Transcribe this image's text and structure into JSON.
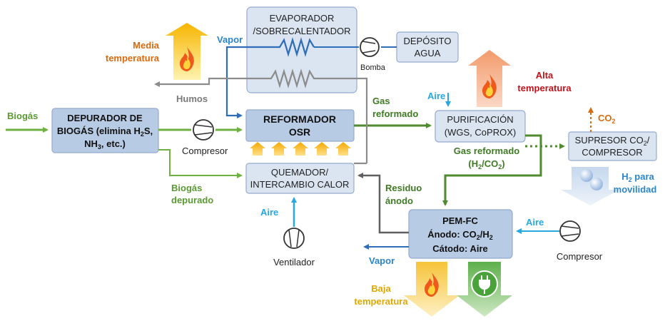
{
  "boxes": {
    "depurador": [
      "DEPURADOR DE",
      "BIOGÁS (elimina H",
      "2",
      "S,",
      "NH",
      "3",
      ", etc.)"
    ],
    "evaporador": [
      "EVAPORADOR",
      "/SOBRECALENTADOR"
    ],
    "deposito": [
      "DEPÓSITO",
      "AGUA"
    ],
    "reformador": [
      "REFORMADOR",
      "OSR"
    ],
    "quemador": [
      "QUEMADOR/",
      "INTERCAMBIO CALOR"
    ],
    "purificacion": [
      "PURIFICACIÓN",
      "(WGS, CoPROX)"
    ],
    "supresor": [
      "SUPRESOR CO",
      "2",
      "/",
      "COMPRESOR"
    ],
    "pemfc": [
      "PEM-FC",
      "Ánodo: CO",
      "2",
      "/H",
      "2",
      "Cátodo: Aire"
    ]
  },
  "labels": {
    "biogas": "Biogás",
    "compresor1": "Compresor",
    "biogas_depurado": [
      "Biogás",
      "depurado"
    ],
    "vapor_top": "Vapor",
    "bomba": "Bomba",
    "humos": "Humos",
    "media_temp": [
      "Media",
      "temperatura"
    ],
    "gas_reformado": [
      "Gas",
      "reformado"
    ],
    "aire_purif": "Aire",
    "alta_temp": [
      "Alta",
      "temperatura"
    ],
    "co2": [
      "CO",
      "2"
    ],
    "gas_reformado2": [
      "Gas reformado",
      "(H",
      "2",
      "/CO",
      "2",
      ")"
    ],
    "h2_movilidad": [
      "H",
      "2",
      " para",
      "movilidad"
    ],
    "residuo_anodo": [
      "Residuo",
      "ánodo"
    ],
    "aire_quemador": "Aire",
    "ventilador": "Ventilador",
    "aire_pem": "Aire",
    "compresor2": "Compresor",
    "vapor_pem": "Vapor",
    "baja_temp": [
      "Baja",
      "temperatura"
    ]
  },
  "icons": [
    "fan-icon",
    "pump-icon",
    "flame-icon",
    "hydrogen-molecule-icon",
    "electric-plug-icon"
  ],
  "colors": {
    "biogas_line": "#6fb043",
    "reformed_line": "#4f8a2e",
    "water_line": "#2f6db8",
    "air_line": "#2aa6e0",
    "exhaust_line": "#8c8c8c",
    "anode_line": "#606060",
    "box_fill": "#b8cbe4",
    "box_light": "#dbe5f2",
    "box_stroke": "#95abcf"
  }
}
